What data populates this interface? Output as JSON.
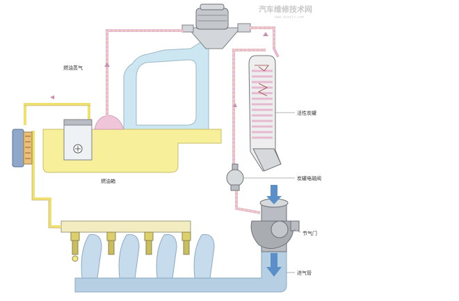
{
  "watermark": {
    "main": "汽车维修技术网",
    "sub": "www.qcwxjs.com"
  },
  "labels": {
    "fuel_vapor": "燃油蒸气",
    "fuel_tank": "燃油箱",
    "charcoal_canister": "活性炭罐",
    "canister_solenoid_valve": "炭罐电磁阀",
    "throttle": "节气门",
    "intake_pipe": "进气管"
  },
  "colors": {
    "vapor_line_pink": "#e7b9d0",
    "fuel_line_yellow": "#f0e070",
    "fuel": "#f7ef9a",
    "tank_vapor_space": "#cde7f2",
    "metal": "#b9bcc2",
    "intake_manifold": "#b7cfe2",
    "arrow_blue": "#5b8fc9",
    "canister_stripe": "#e7b9d0"
  }
}
